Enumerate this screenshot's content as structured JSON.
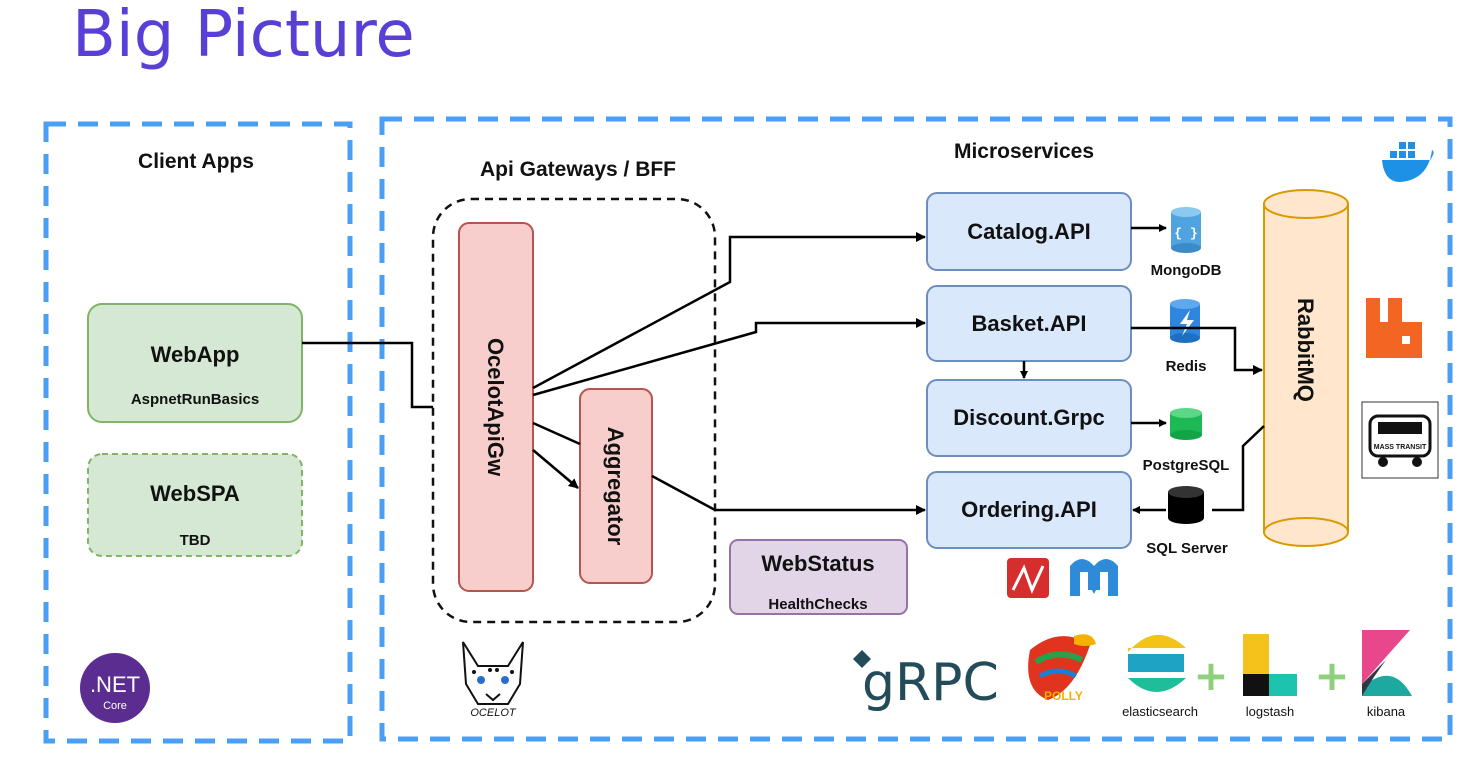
{
  "title": "Big Picture",
  "sections": {
    "client_apps": "Client Apps",
    "api_gateways": "Api Gateways / BFF",
    "microservices": "Microservices"
  },
  "clients": {
    "webapp": {
      "title": "WebApp",
      "subtitle": "AspnetRunBasics"
    },
    "webspa": {
      "title": "WebSPA",
      "subtitle": "TBD"
    }
  },
  "gateway": {
    "ocelot": "OcelotApiGw",
    "aggregator": "Aggregator"
  },
  "services": {
    "catalog": "Catalog.API",
    "basket": "Basket.API",
    "discount": "Discount.Grpc",
    "ordering": "Ordering.API"
  },
  "databases": {
    "mongodb": "MongoDB",
    "redis": "Redis",
    "postgres": "PostgreSQL",
    "sqlserver": "SQL Server"
  },
  "broker": "RabbitMQ",
  "webstatus": {
    "title": "WebStatus",
    "subtitle": "HealthChecks"
  },
  "logos": {
    "net_core": {
      "line1": ".NET",
      "line2": "Core"
    },
    "ocelot": "OCELOT",
    "grpc": "gRPC",
    "polly": "POLLY",
    "elasticsearch": "elasticsearch",
    "logstash": "logstash",
    "kibana": "kibana",
    "masstransit": "MASS TRANSIT"
  },
  "colors": {
    "title": "#5a3fd6",
    "dashed_border": "#4a9ff5",
    "green_fill": "#d5e8d4",
    "green_stroke": "#82b366",
    "red_fill": "#f8cecc",
    "red_stroke": "#b85450",
    "blue_fill": "#dae8fc",
    "blue_stroke": "#6c8ebf",
    "purple_fill": "#e1d5e7",
    "purple_stroke": "#9673a6",
    "orange_fill": "#ffe6cc",
    "orange_stroke": "#d79b00"
  }
}
